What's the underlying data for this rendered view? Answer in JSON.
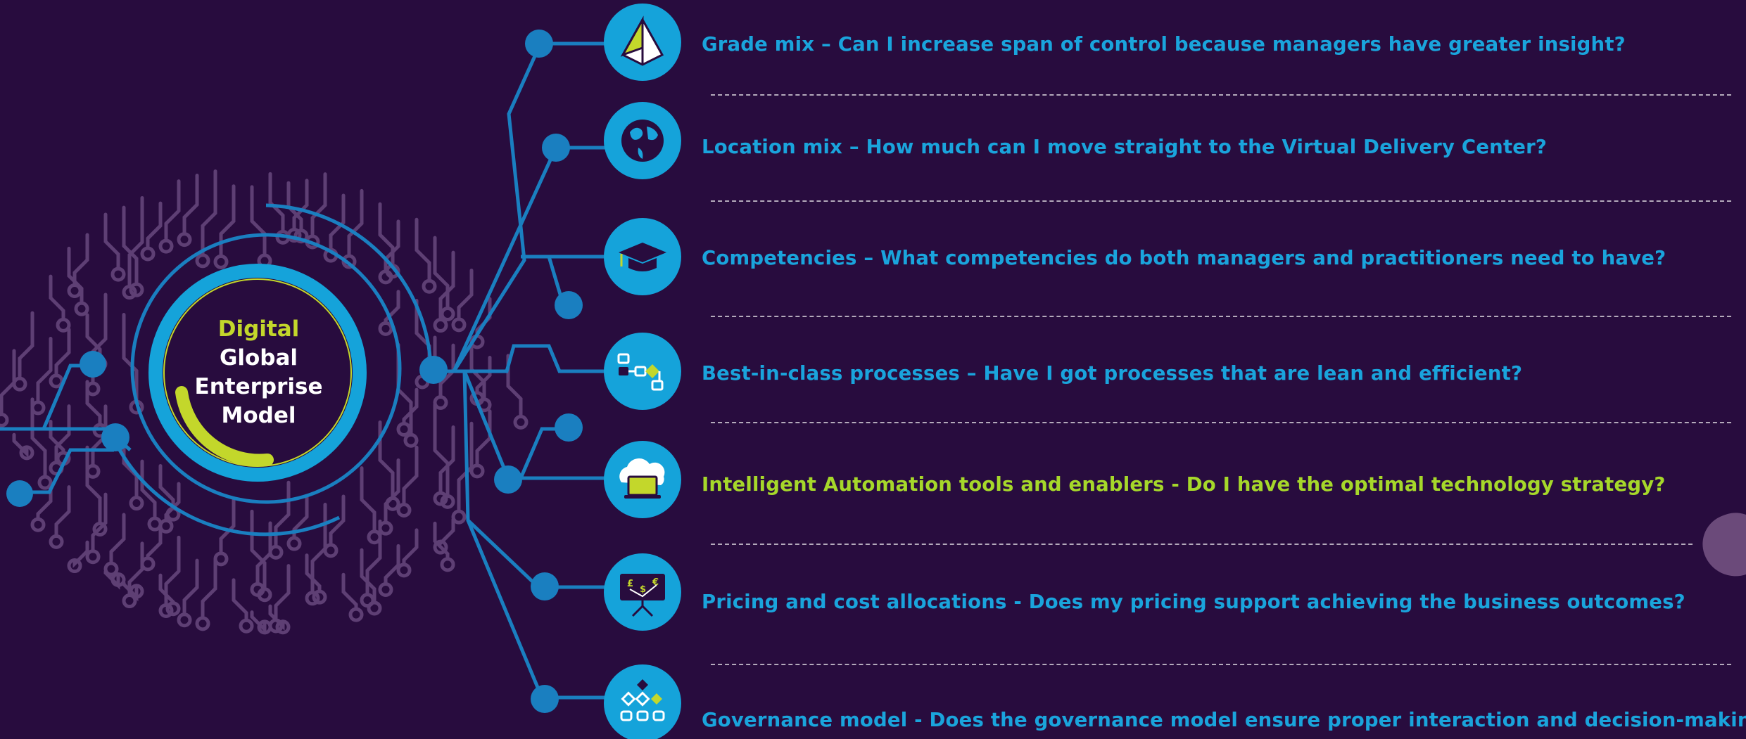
{
  "hub": {
    "line1": "Digital",
    "line2": "Global",
    "line3": "Enterprise",
    "line4": "Model"
  },
  "rows": [
    {
      "label": "Grade mix – Can I increase span of control because managers have greater insight?",
      "icon": "pyramid-icon",
      "highlight": false
    },
    {
      "label": "Location mix – How much can I move straight to the Virtual Delivery Center?",
      "icon": "globe-icon",
      "highlight": false
    },
    {
      "label": "Competencies – What competencies do both managers and practitioners need to have?",
      "icon": "graduation-cap-icon",
      "highlight": false
    },
    {
      "label": "Best-in-class processes – Have I got processes that are lean and efficient?",
      "icon": "process-flow-icon",
      "highlight": false
    },
    {
      "label": "Intelligent Automation tools and enablers - Do I have the optimal technology strategy?",
      "icon": "cloud-laptop-icon",
      "highlight": true
    },
    {
      "label": "Pricing and cost allocations - Does my pricing support achieving the business outcomes?",
      "icon": "currency-board-icon",
      "highlight": false
    },
    {
      "label": "Governance model - Does the governance model ensure proper interaction and decision-making?",
      "icon": "org-chart-icon",
      "highlight": false
    }
  ],
  "colors": {
    "background": "#280c3e",
    "accent_blue": "#1aa4dc",
    "line_blue": "#1a7fc0",
    "accent_green": "#c3d72b",
    "circuit_purple": "#5e3f74"
  }
}
